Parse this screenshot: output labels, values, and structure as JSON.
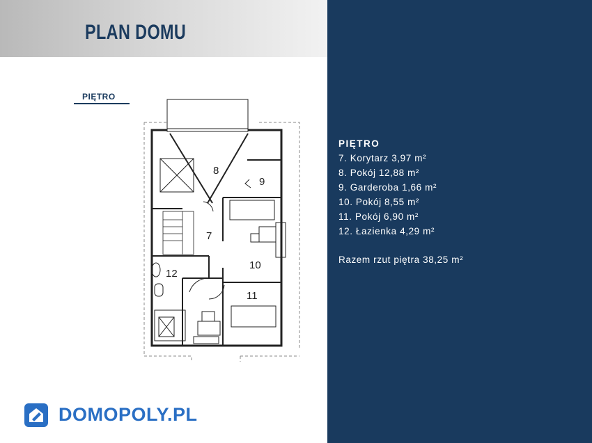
{
  "header": {
    "title": "PLAN DOMU"
  },
  "plan": {
    "floor_label": "PIĘTRO",
    "room_numbers": {
      "r7": "7",
      "r8": "8",
      "r9": "9",
      "r10": "10",
      "r11": "11",
      "r12": "12"
    }
  },
  "panel": {
    "heading": "PIĘTRO",
    "rooms": [
      "7. Korytarz 3,97 m²",
      "8. Pokój 12,88 m²",
      "9. Garderoba 1,66 m²",
      "10. Pokój 8,55 m²",
      "11. Pokój 6,90 m²",
      "12. Łazienka 4,29 m²"
    ],
    "total": "Razem rzut piętra 38,25 m²"
  },
  "brand": {
    "name": "DOMOPOLY.PL",
    "icon": "house-logo-icon"
  },
  "colors": {
    "navy": "#193a5e",
    "brand_blue": "#2a6fc4"
  }
}
